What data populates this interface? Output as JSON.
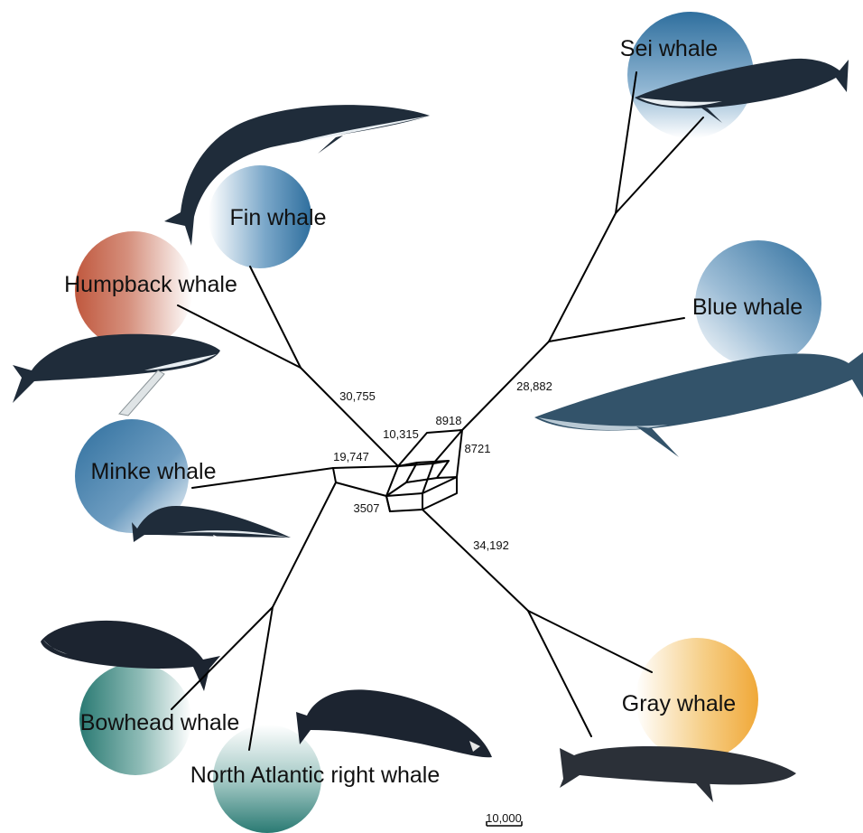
{
  "species": {
    "sei": "Sei whale",
    "fin": "Fin whale",
    "humpback": "Humpback whale",
    "blue": "Blue whale",
    "minke": "Minke whale",
    "bowhead": "Bowhead whale",
    "right": "North Atlantic right whale",
    "gray": "Gray whale"
  },
  "branch_lengths": {
    "fin_humpback": "30,755",
    "blue_sei": "28,882",
    "minke_right_bowhead": "19,747",
    "gray": "34,192",
    "center_a": "10,315",
    "center_b": "8918",
    "center_c": "8721",
    "center_d": "3507"
  },
  "scale_bar": {
    "label": "10,000"
  },
  "colors": {
    "rorqual_blue": "#2f6f9e",
    "humpback_red": "#c0583e",
    "balaenid_teal": "#2a7a73",
    "gray_orange": "#f0a838"
  }
}
